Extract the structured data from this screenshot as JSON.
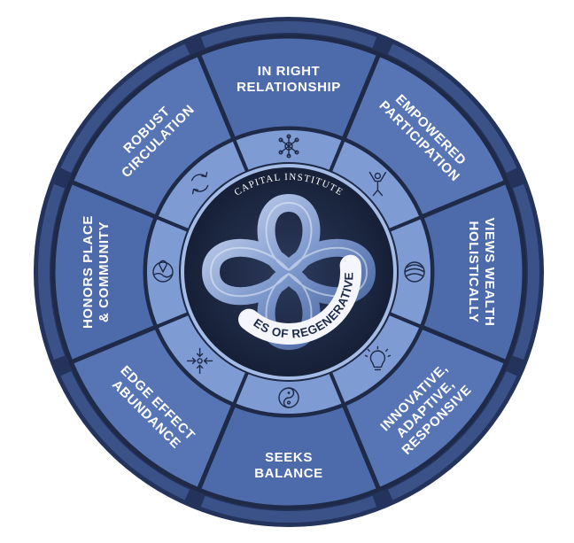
{
  "center": {
    "org": "CAPITAL INSTITUTE",
    "band": "PRINCIPLES OF REGENERATIVE VITALITY"
  },
  "segments": [
    {
      "lines": [
        "IN RIGHT",
        "RELATIONSHIP"
      ],
      "icon": "network-icon"
    },
    {
      "lines": [
        "EMPOWERED",
        "PARTICIPATION"
      ],
      "icon": "raised-arms-icon"
    },
    {
      "lines": [
        "VIEWS WEALTH",
        "HOLISTICALLY"
      ],
      "icon": "sphere-icon"
    },
    {
      "lines": [
        "INNOVATIVE,",
        "ADAPTIVE,",
        "RESPONSIVE"
      ],
      "icon": "lightbulb-icon"
    },
    {
      "lines": [
        "SEEKS",
        "BALANCE"
      ],
      "icon": "yin-yang-icon"
    },
    {
      "lines": [
        "EDGE EFFECT",
        "ABUNDANCE"
      ],
      "icon": "converging-arrows-icon"
    },
    {
      "lines": [
        "HONORS PLACE",
        "& COMMUNITY"
      ],
      "icon": "map-pin-icon"
    },
    {
      "lines": [
        "ROBUST",
        "CIRCULATION"
      ],
      "icon": "cycle-arrows-icon"
    }
  ],
  "colors": {
    "outer_ring": "#23335c",
    "segment": "#4d6bab",
    "segment_alt": "#5775b4",
    "divider": "#1e2a48",
    "icon_band": "#7e9bd3",
    "inner_band": "#a4bce6",
    "core": "#1f2b45",
    "knot": "#9eb4dd"
  }
}
